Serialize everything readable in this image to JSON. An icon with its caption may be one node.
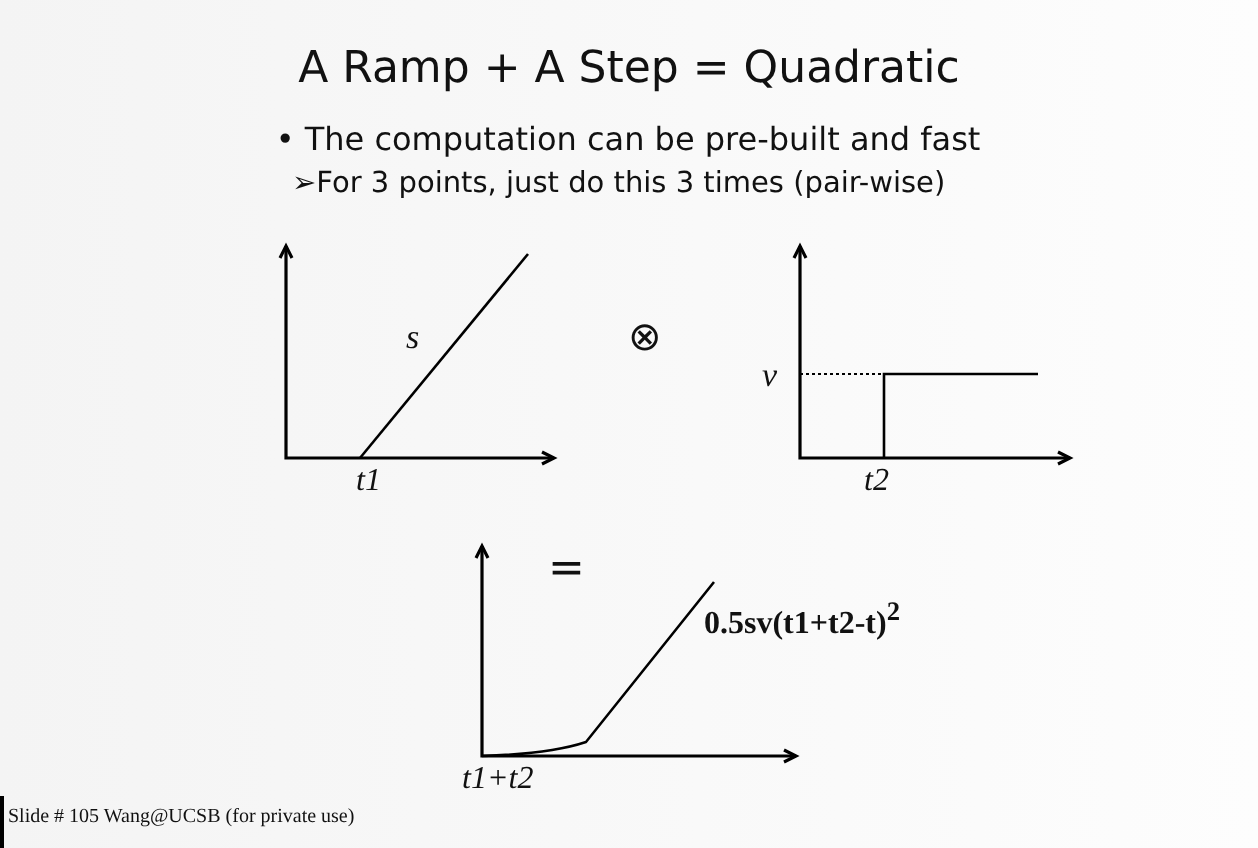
{
  "diagram": {
    "title": "A Ramp + A Step = Quadratic",
    "labels": [
      "• The computation can be pre-built and fast",
      "➢For 3 points, just do this 3 times (pair-wise)",
      "s",
      "⊗",
      "v",
      "t1",
      "t2",
      "=",
      "0.5sv(t1+t2-t)$^{2}$",
      "t1+t2",
      "Slide # 105 Wang@UCSB (for private use)"
    ]
  }
}
